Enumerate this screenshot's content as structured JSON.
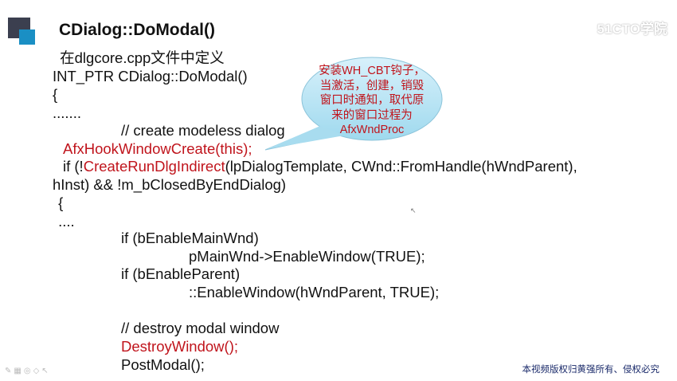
{
  "slide": {
    "title": "CDialog::DoModal()",
    "watermark": "51CTO学院",
    "accent_colors": {
      "dark": "#3b3f4f",
      "blue": "#1a8fc4",
      "code_red": "#c0141c"
    },
    "lines": [
      " 在dlgcore.cpp文件中定义",
      "INT_PTR CDialog::DoModal()",
      "{",
      ".......",
      "// create modeless dialog",
      "AfxHookWindowCreate(this);",
      "if (!",
      "CreateRunDlgIndirect",
      "(lpDialogTemplate, CWnd::FromHandle(hWndParent),",
      "hInst) && !m_bClosedByEndDialog)",
      " {",
      " ....",
      "if (bEnableMainWnd)",
      "pMainWnd->EnableWindow(TRUE);",
      "if (bEnableParent)",
      "::EnableWindow(hWndParent, TRUE);",
      "// destroy modal window",
      "DestroyWindow();",
      "PostModal();"
    ],
    "callout": [
      "安装WH_CBT钩子，",
      "当激活，创建，销毁",
      "窗口时通知，取代原",
      "来的窗口过程为",
      "AfxWndProc"
    ],
    "copyright": "本视频版权归黄强所有、侵权必究",
    "toolbar_icons": [
      "pen-icon",
      "grid-icon",
      "chat-icon",
      "eraser-icon",
      "pointer-icon"
    ]
  }
}
